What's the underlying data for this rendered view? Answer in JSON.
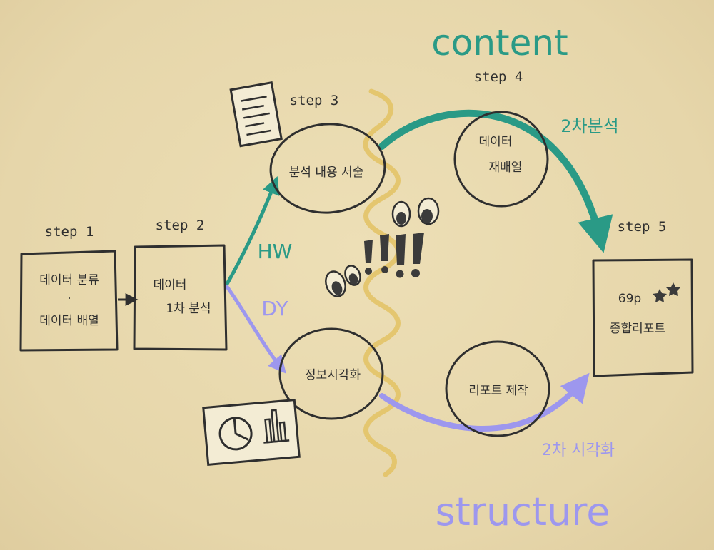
{
  "labels": {
    "content": "content",
    "structure": "structure",
    "hw": "HW",
    "dy": "DY",
    "secondary_analysis": "2차분석",
    "secondary_visualization": "2차 시각화"
  },
  "steps": {
    "step1": "step 1",
    "step2": "step 2",
    "step3": "step 3",
    "step4": "step 4",
    "step5": "step 5"
  },
  "nodes": {
    "data_classify_line1": "데이터 분류",
    "data_classify_dot": "·",
    "data_classify_line2": "데이터 배열",
    "primary_analysis_line1": "데이터",
    "primary_analysis_line2": "1차 분석",
    "analysis_description": "분석 내용 서술",
    "info_visualization": "정보시각화",
    "data_rearrange_line1": "데이터",
    "data_rearrange_line2": "재배열",
    "report_production": "리포트 제작",
    "final_report_line1": "69p",
    "final_report_line2": "종합리포트"
  },
  "colors": {
    "teal": "#2a9a86",
    "lavender": "#9d97ee",
    "mustard": "#e3c263",
    "ink": "#2f2f2f"
  }
}
